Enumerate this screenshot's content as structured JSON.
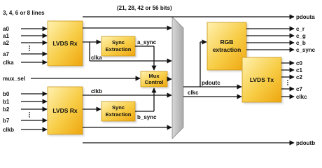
{
  "header": {
    "lines_note": "3, 4, 6 or 8 lines",
    "bits_note": "(21, 28, 42 or 56 bits)"
  },
  "blocks": {
    "lvds_rx_top": "LVDS Rx",
    "lvds_rx_bottom": "LVDS Rx",
    "sync_top_line1": "Sync",
    "sync_top_line2": "Extraction",
    "sync_bottom_line1": "Sync",
    "sync_bottom_line2": "Extraction",
    "mux_line1": "Mux",
    "mux_line2": "Control",
    "rgb_line1": "RGB",
    "rgb_line2": "extraction",
    "lvds_tx": "LVDS Tx"
  },
  "inputs_top": [
    "a0",
    "a1",
    "a2",
    "a7",
    "clka"
  ],
  "inputs_bottom": [
    "b0",
    "b1",
    "b2",
    "b7",
    "clkb"
  ],
  "mux_sel": "mux_sel",
  "internal": {
    "a_sync": "a_sync",
    "b_sync": "b_sync",
    "clka": "clka",
    "clkb": "clkb",
    "clkc": "clkc",
    "pdoutc": "pdoutc"
  },
  "outputs": {
    "pdouta": "pdouta",
    "pdoutb": "pdoutb",
    "rgb": [
      "c_r",
      "c_g",
      "c_b",
      "c_sync"
    ],
    "tx": [
      "c0",
      "c1",
      "c2",
      "c7",
      "clkc"
    ]
  },
  "colors": {
    "block_fill_light": "#fde592",
    "block_fill_dark": "#f2b418",
    "block_border": "#c99510",
    "mux_fill": "#c4c4c4",
    "wire": "#111111"
  }
}
